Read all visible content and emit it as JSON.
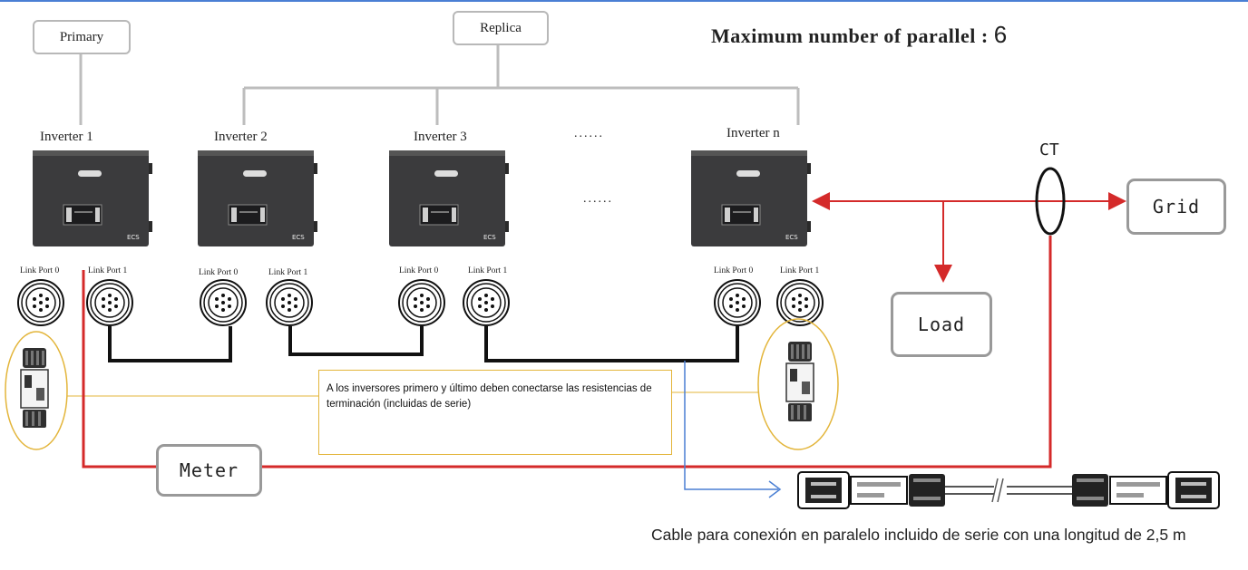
{
  "header": {
    "title": "Maximum number of parallel :",
    "value": "6"
  },
  "roles": {
    "primary": "Primary",
    "replica": "Replica"
  },
  "inverters": [
    {
      "label": "Inverter 1",
      "port0": "Link Port 0",
      "port1": "Link Port 1"
    },
    {
      "label": "Inverter 2",
      "port0": "Link Port 0",
      "port1": "Link Port 1"
    },
    {
      "label": "Inverter 3",
      "port0": "Link Port 0",
      "port1": "Link Port 1"
    },
    {
      "label": "Inverter n",
      "port0": "Link Port 0",
      "port1": "Link Port 1"
    }
  ],
  "ellipsis": "......",
  "nodes": {
    "ct": "CT",
    "grid": "Grid",
    "load": "Load",
    "meter": "Meter"
  },
  "note": "A los inversores primero y último deben conectarse las resistencias de terminación (incluidas de serie)",
  "caption": "Cable para conexión en paralelo incluido de serie con una longitud de 2,5 m",
  "colors": {
    "power_line": "#d42a2a",
    "link_cable": "#111111",
    "annotation": "#e3b53a",
    "arrow": "#4a7fd4"
  }
}
